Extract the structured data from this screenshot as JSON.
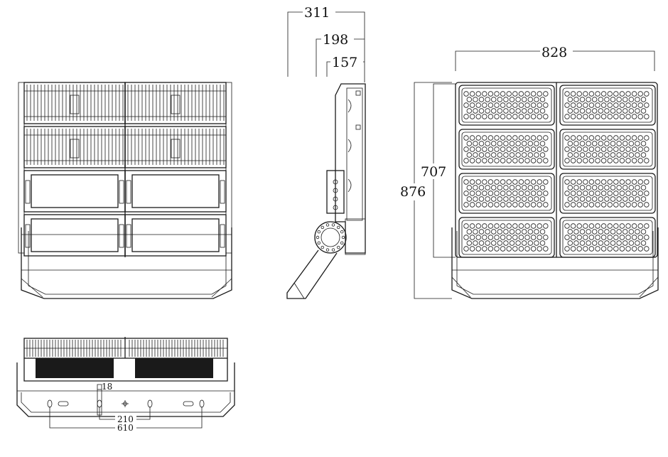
{
  "dimensions": {
    "depth_overall": "311",
    "depth_mid": "198",
    "depth_body": "157",
    "width_overall": "828",
    "height_overall": "876",
    "height_panels": "707",
    "bracket_slot": "18",
    "hole_spacing_inner": "210",
    "hole_spacing_outer": "610"
  },
  "views": {
    "rear_panel_rows": 4,
    "front_module_rows": 4,
    "front_module_cols": 2
  }
}
